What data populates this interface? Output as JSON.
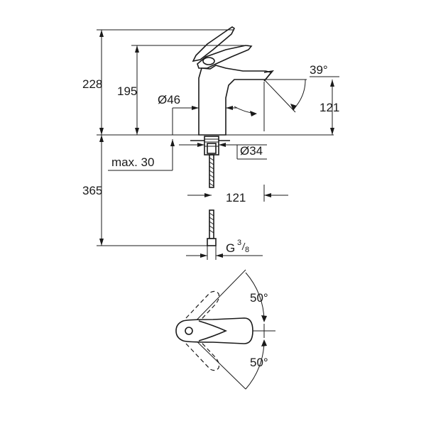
{
  "drawing": {
    "dimensions": {
      "total_height": "228",
      "spout_height": "195",
      "body_diameter": "Ø46",
      "spout_angle": "39°",
      "spout_clearance": "121",
      "hole_diameter": "Ø34",
      "max_deck_thickness": "max. 30",
      "hose_length": "365",
      "spout_reach": "121",
      "connection_thread": "G",
      "thread_numerator": "3",
      "thread_denominator": "8",
      "lever_rotation_top": "50°",
      "lever_rotation_bottom": "50°"
    },
    "icons": {
      "faucet_side_view": "faucet-side-view-icon",
      "faucet_top_view": "faucet-top-view-icon"
    }
  }
}
